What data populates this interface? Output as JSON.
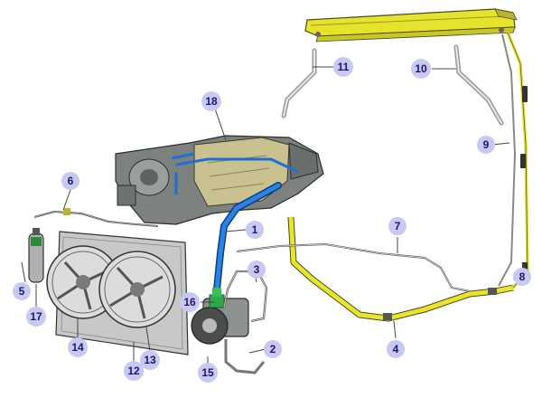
{
  "colors": {
    "bubble": "#c9c8f2",
    "bubble_text": "#1a1a66",
    "hose_yellow": "#e8e62a",
    "pipe_blue": "#1f6fd6",
    "housing_gray": "#8a8f8c",
    "duct_beige": "#c8c191"
  },
  "callouts": [
    {
      "id": "1",
      "text": "1"
    },
    {
      "id": "2",
      "text": "2"
    },
    {
      "id": "3",
      "text": "3"
    },
    {
      "id": "4",
      "text": "4"
    },
    {
      "id": "5",
      "text": "5"
    },
    {
      "id": "6",
      "text": "6"
    },
    {
      "id": "7",
      "text": "7"
    },
    {
      "id": "8",
      "text": "8"
    },
    {
      "id": "9",
      "text": "9"
    },
    {
      "id": "10",
      "text": "10"
    },
    {
      "id": "11",
      "text": "11"
    },
    {
      "id": "12",
      "text": "12"
    },
    {
      "id": "13",
      "text": "13"
    },
    {
      "id": "14",
      "text": "14"
    },
    {
      "id": "15",
      "text": "15"
    },
    {
      "id": "16",
      "text": "16"
    },
    {
      "id": "17",
      "text": "17"
    },
    {
      "id": "18",
      "text": "18"
    }
  ]
}
